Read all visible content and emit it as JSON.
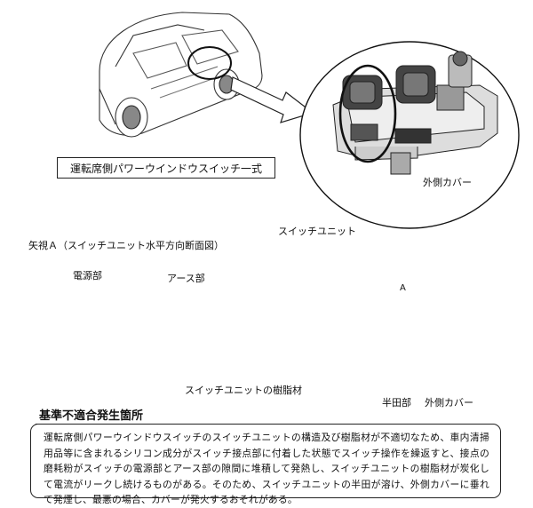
{
  "labels": {
    "window_switch_assembly": "運転席側パワーウインドウスイッチ一式",
    "outer_cover_top": "外側カバー",
    "switch_unit": "スイッチユニット",
    "section_view_title": "矢視Ａ（スイッチユニット水平方向断面図）",
    "power_part": "電源部",
    "earth_part": "アース部",
    "arrow_a": "A",
    "resin_material": "スイッチユニットの樹脂材",
    "solder_part": "半田部",
    "outer_cover_bottom": "外側カバー",
    "defect_location": "基準不適合発生箇所"
  },
  "description": "運転席側パワーウインドウスイッチのスイッチユニットの構造及び樹脂材が不適切なため、車内清掃用品等に含まれるシリコン成分がスイッチ接点部に付着した状態でスイッチ操作を繰返すと、接点の磨耗粉がスイッチの電源部とアース部の隙間に堆積して発熱し、スイッチユニットの樹脂材が炭化して電流がリークし続けるものがある。そのため、スイッチユニットの半田が溶け、外側カバーに垂れて発煙し、最悪の場合、カバーが発火するおそれがある。"
}
